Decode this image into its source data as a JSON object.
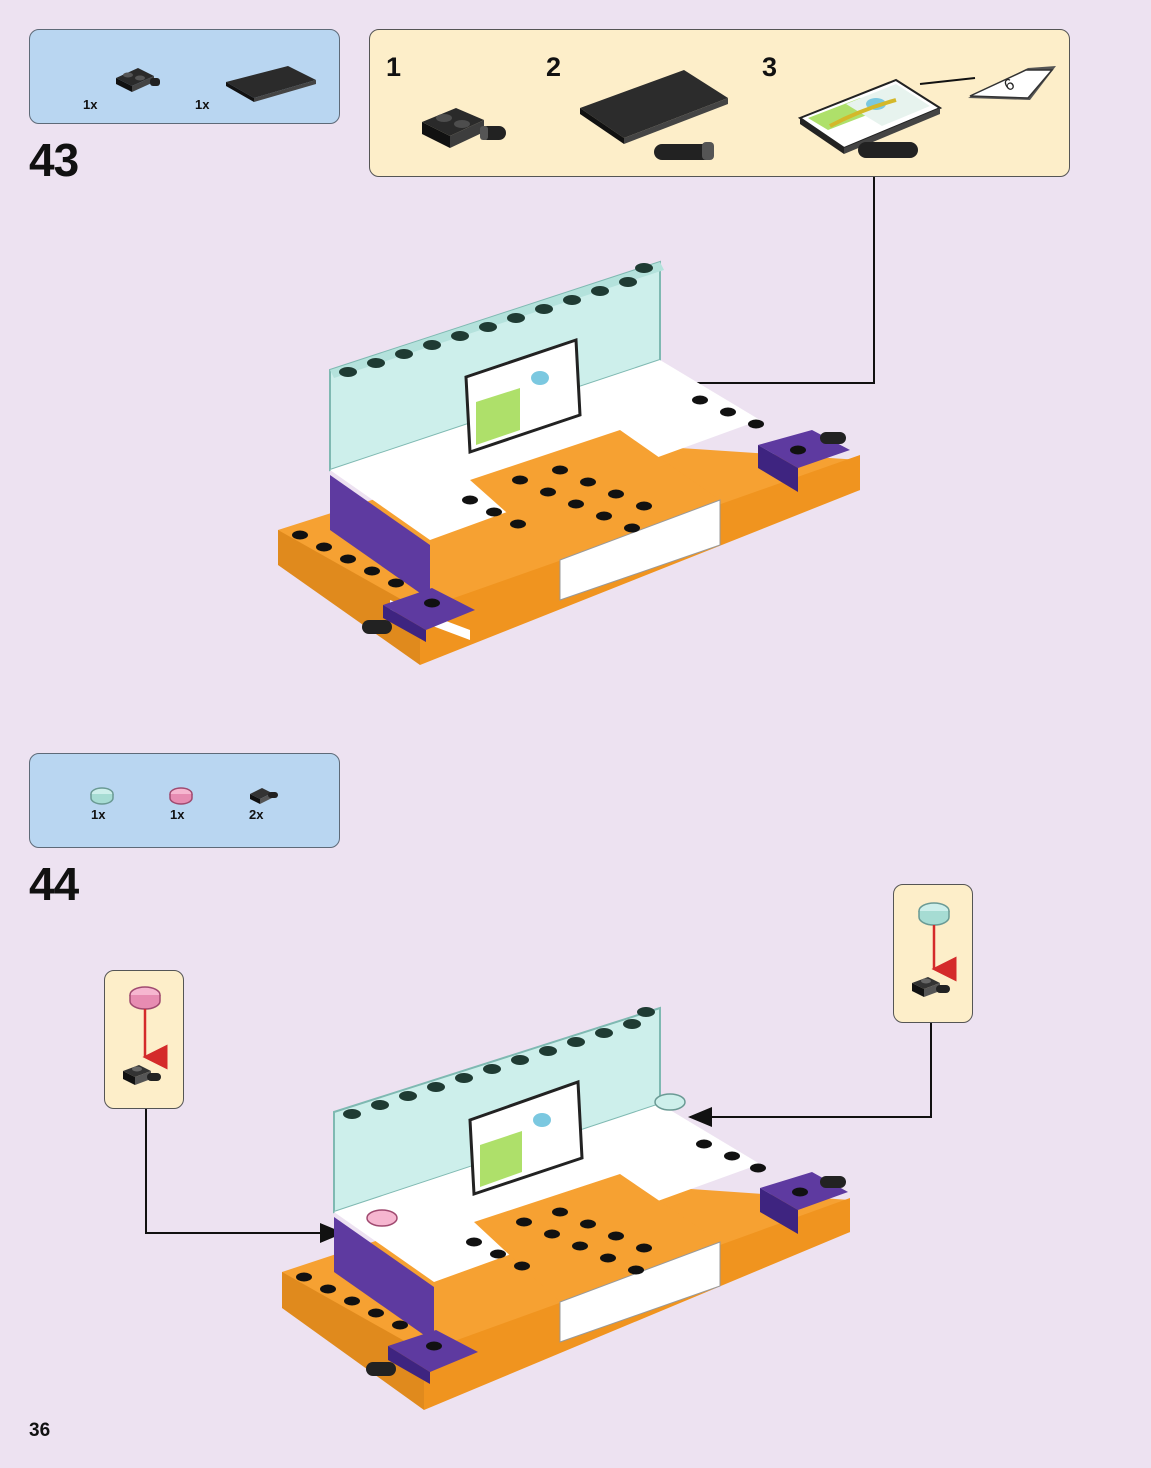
{
  "page_number": "36",
  "steps": [
    {
      "number": "43",
      "parts": [
        {
          "icon": "black-clip-plate-icon",
          "qty": "1x"
        },
        {
          "icon": "black-tile-icon",
          "qty": "1x"
        }
      ],
      "substeps": [
        "1",
        "2",
        "3"
      ]
    },
    {
      "number": "44",
      "parts": [
        {
          "icon": "light-aqua-round-tile-icon",
          "qty": "1x"
        },
        {
          "icon": "pink-round-tile-icon",
          "qty": "1x"
        },
        {
          "icon": "black-wheel-holder-icon",
          "qty": "2x"
        }
      ]
    }
  ],
  "colors": {
    "background": "#ede2f1",
    "parts_box": "#b9d6f1",
    "callout": "#fdeec9",
    "orange": "#f6a132",
    "purple": "#5e3aa0",
    "aqua": "#cdefeb",
    "magenta": "#a7359f",
    "arrow_red": "#d42a2a"
  }
}
